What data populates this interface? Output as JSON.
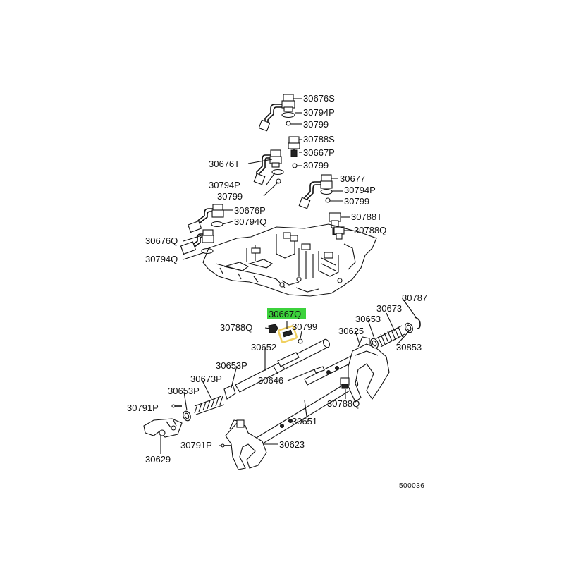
{
  "colors": {
    "line": "#111111",
    "background": "#ffffff",
    "highlight_fill": "#3cd23c",
    "highlight_ring": "#f0d060"
  },
  "highlighted_part": "30667Q",
  "diagram_code": "500036",
  "labels": {
    "l_30676S": "30676S",
    "l_30794P_a": "30794P",
    "l_30799_a": "30799",
    "l_30788S": "30788S",
    "l_30667P": "30667P",
    "l_30676T": "30676T",
    "l_30799_b": "30799",
    "l_30794P_b": "30794P",
    "l_30799_c": "30799",
    "l_30677": "30677",
    "l_30794P_c": "30794P",
    "l_30799_d": "30799",
    "l_30676P": "30676P",
    "l_30794Q_a": "30794Q",
    "l_30788T": "30788T",
    "l_30788Q_a": "30788Q",
    "l_30676Q": "30676Q",
    "l_30794Q_b": "30794Q",
    "l_30787": "30787",
    "l_30667Q": "30667Q",
    "l_30673": "30673",
    "l_30788Q_b": "30788Q",
    "l_30799_e": "30799",
    "l_30653": "30653",
    "l_30625": "30625",
    "l_30853": "30853",
    "l_30652": "30652",
    "l_30653P_a": "30653P",
    "l_30673P": "30673P",
    "l_30646": "30646",
    "l_30653P_b": "30653P",
    "l_30788Q_c": "30788Q",
    "l_30791P_a": "30791P",
    "l_30651": "30651",
    "l_30791P_b": "30791P",
    "l_30623": "30623",
    "l_30629": "30629"
  }
}
